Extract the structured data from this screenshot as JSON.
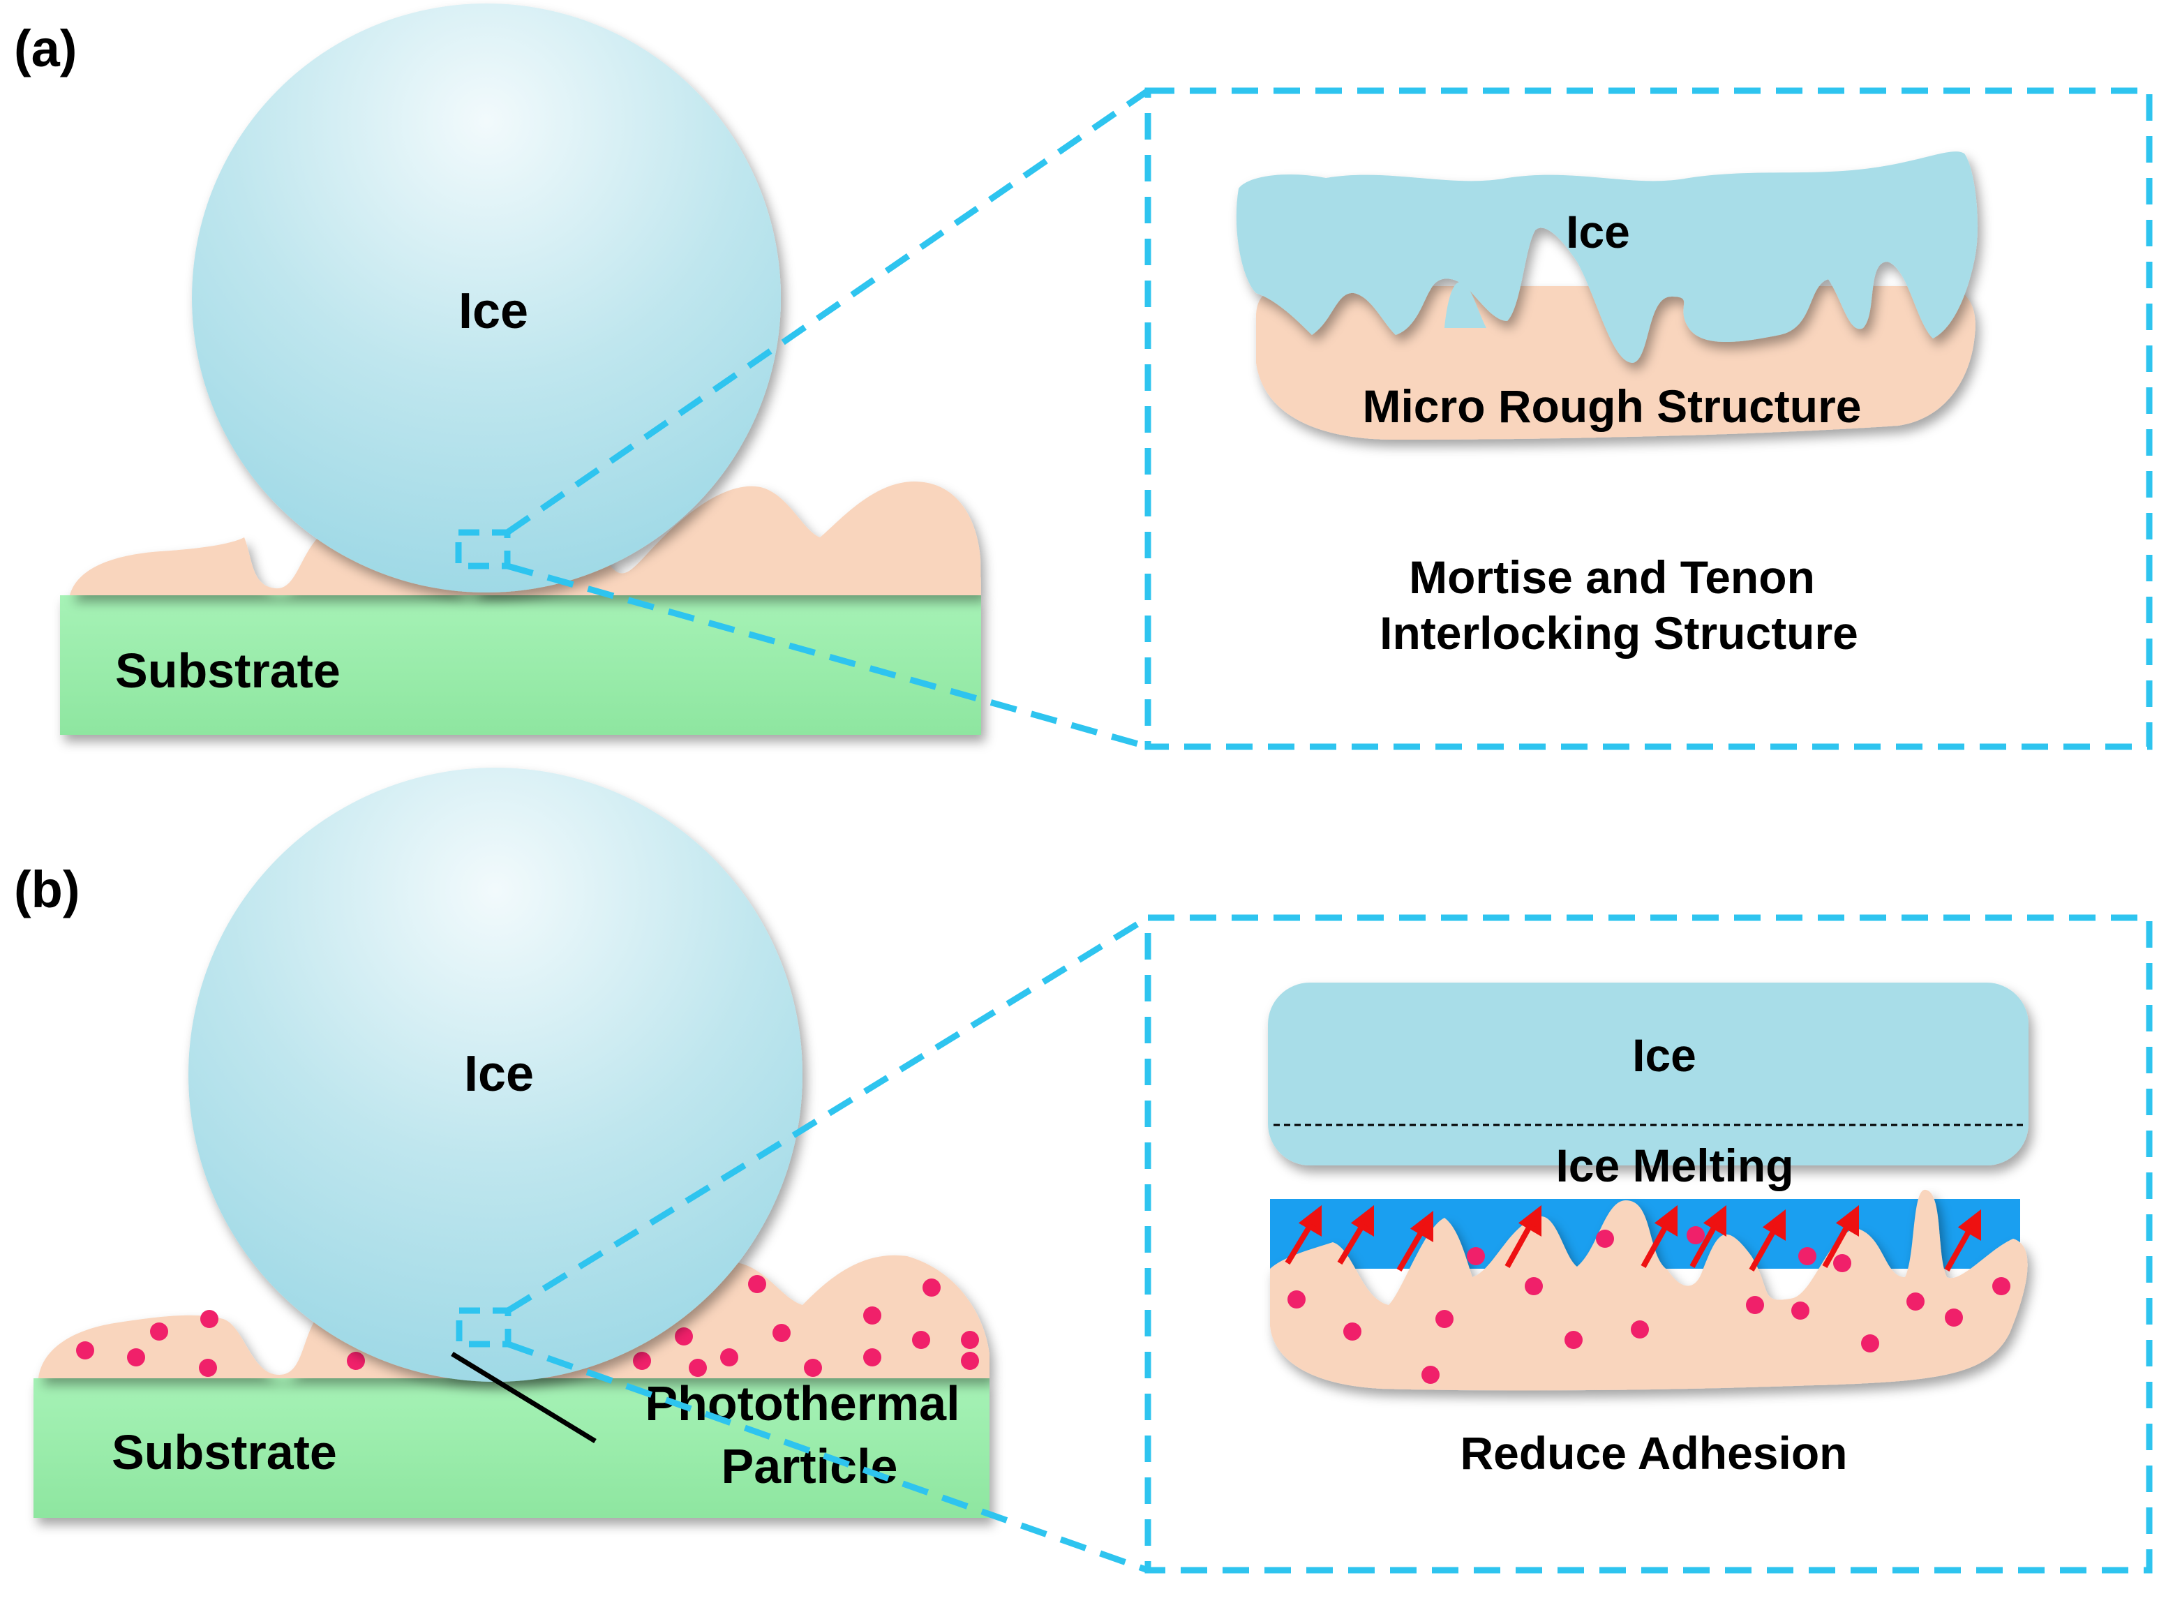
{
  "panel_a": {
    "label": "(a)",
    "ice_label": "Ice",
    "substrate_label": "Substrate",
    "zoom": {
      "ice_label": "Ice",
      "rough_label": "Micro Rough Structure",
      "caption_line1": "Mortise and Tenon",
      "caption_line2": "Interlocking Structure"
    }
  },
  "panel_b": {
    "label": "(b)",
    "ice_label": "Ice",
    "substrate_label": "Substrate",
    "particle_label_line1": "Photothermal",
    "particle_label_line2": "Particle",
    "zoom": {
      "ice_label": "Ice",
      "melting_label": "Ice Melting",
      "caption": "Reduce Adhesion"
    }
  },
  "colors": {
    "ice": "#a8dde8",
    "ice_light": "#eef8fb",
    "rough": "#f9d5bd",
    "substrate": "#98eeaa",
    "dashed_box": "#2ec4ef",
    "melt_water": "#1a9ff0",
    "particle": "#f0206a",
    "arrow": "#ee1111"
  }
}
